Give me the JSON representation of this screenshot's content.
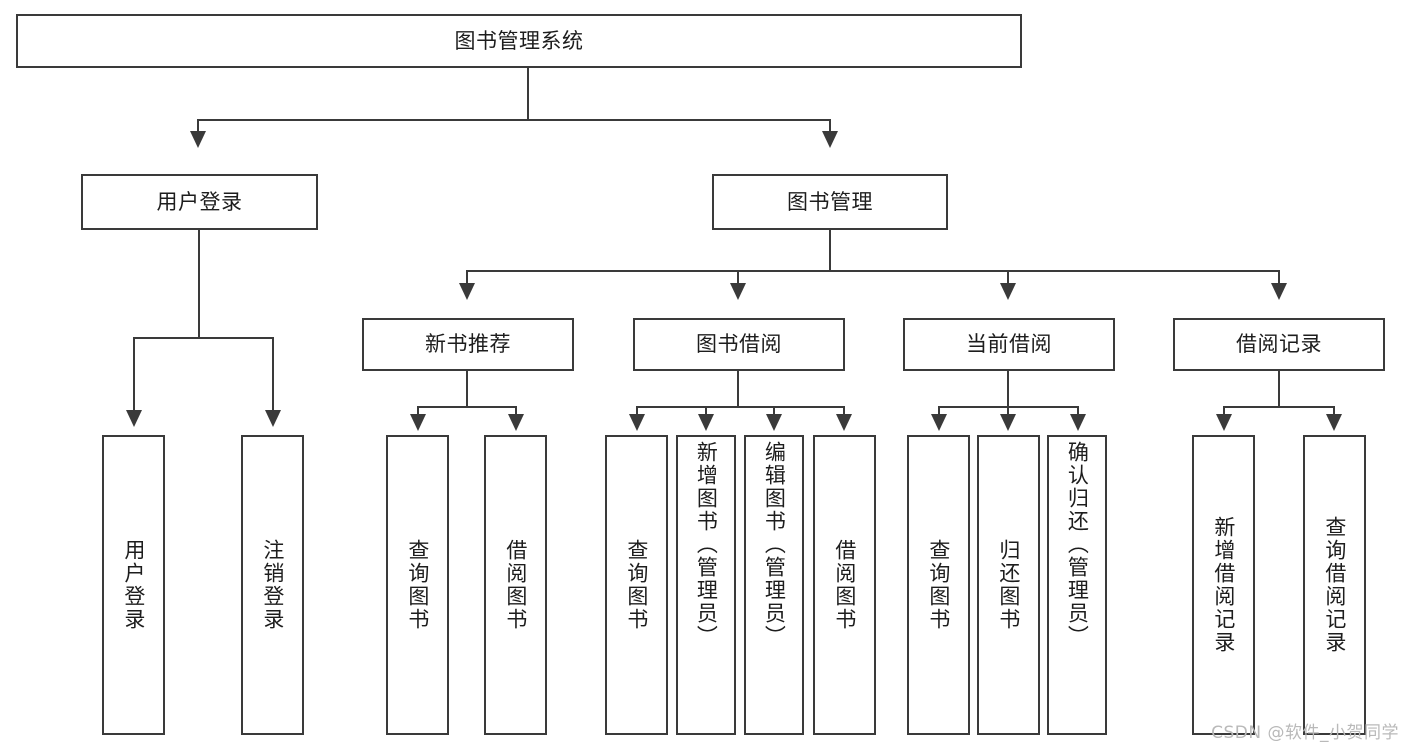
{
  "diagram": {
    "type": "tree-hierarchy",
    "title": "图书管理系统",
    "orientation": "top-down",
    "colors": {
      "background": "#ffffff",
      "box_border": "#3a3a3a",
      "box_fill": "#ffffff",
      "connector": "#3a3a3a",
      "text": "#1d1d1d",
      "watermark": "#b9b9b9"
    },
    "root": {
      "label": "图书管理系统"
    },
    "level2": [
      {
        "label": "用户登录"
      },
      {
        "label": "图书管理"
      }
    ],
    "level3": [
      {
        "label": "新书推荐"
      },
      {
        "label": "图书借阅"
      },
      {
        "label": "当前借阅"
      },
      {
        "label": "借阅记录"
      }
    ],
    "leaves": {
      "user_login": [
        {
          "label": "用户登录"
        },
        {
          "label": "注销登录"
        }
      ],
      "new_book_recommend": [
        {
          "label": "查询图书"
        },
        {
          "label": "借阅图书"
        }
      ],
      "book_borrow": [
        {
          "label": "查询图书"
        },
        {
          "label": "新增图书（管理员）"
        },
        {
          "label": "编辑图书（管理员）"
        },
        {
          "label": "借阅图书"
        }
      ],
      "current_borrow": [
        {
          "label": "查询图书"
        },
        {
          "label": "归还图书"
        },
        {
          "label": "确认归还（管理员）"
        }
      ],
      "borrow_record": [
        {
          "label": "新增借阅记录"
        },
        {
          "label": "查询借阅记录"
        }
      ]
    }
  },
  "watermark": {
    "text": "CSDN @软件_小贺同学"
  }
}
